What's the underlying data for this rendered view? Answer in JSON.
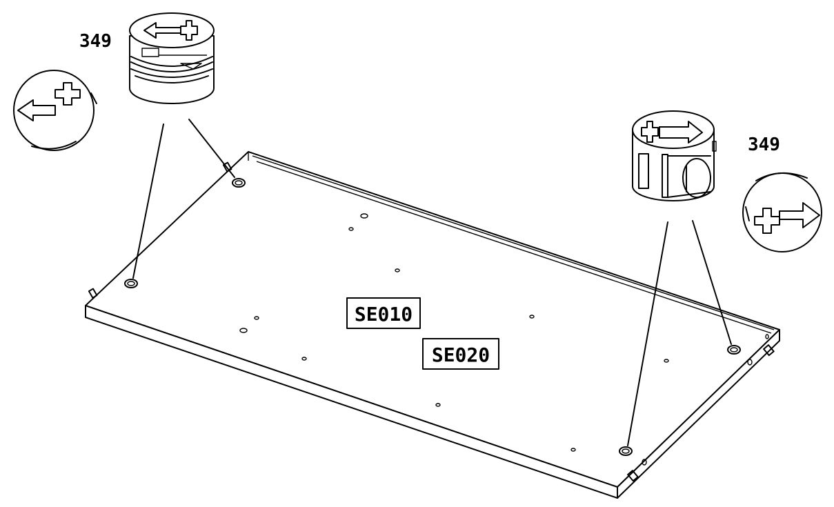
{
  "labels": {
    "part_number_left": "349",
    "part_number_right": "349",
    "panel_code_1": "SE010",
    "panel_code_2": "SE020"
  },
  "icons": {
    "cam_lock_left": "cam-lock-fitting",
    "cam_lock_right": "cam-lock-fitting",
    "rotate_left": "rotate-counterclockwise-arrow",
    "rotate_right": "rotate-clockwise-arrow",
    "panel": "board-panel"
  },
  "colors": {
    "line": "#000000",
    "background": "#ffffff"
  }
}
